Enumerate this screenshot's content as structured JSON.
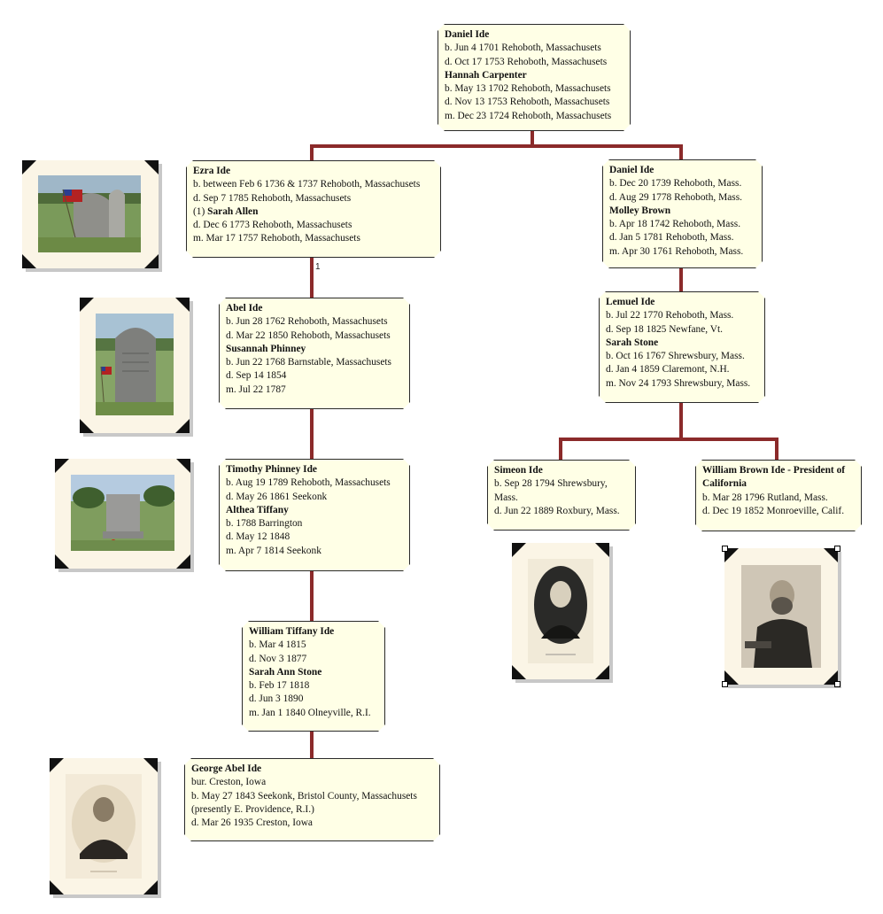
{
  "people": {
    "daniel_ide_1": {
      "lines": [
        {
          "t": "Daniel Ide",
          "b": true
        },
        {
          "t": "b. Jun 4 1701 Rehoboth, Massachusets"
        },
        {
          "t": "d. Oct 17 1753 Rehoboth, Massachusets"
        },
        {
          "t": "Hannah Carpenter",
          "b": true
        },
        {
          "t": "b. May 13 1702 Rehoboth, Massachusets"
        },
        {
          "t": "d. Nov 13 1753 Rehoboth, Massachusets"
        },
        {
          "t": "m. Dec 23 1724 Rehoboth, Massachusets"
        }
      ]
    },
    "ezra_ide": {
      "lines": [
        {
          "t": "Ezra Ide",
          "b": true
        },
        {
          "t": "b. between Feb 6 1736 & 1737 Rehoboth, Massachusets"
        },
        {
          "t": "d. Sep 7 1785 Rehoboth, Massachusets"
        },
        {
          "pre": "(1) ",
          "t": "Sarah Allen",
          "b": true
        },
        {
          "t": "d. Dec 6 1773 Rehoboth, Massachusets"
        },
        {
          "t": "m. Mar 17 1757 Rehoboth, Massachusets"
        }
      ]
    },
    "daniel_ide_2": {
      "lines": [
        {
          "t": "Daniel Ide",
          "b": true
        },
        {
          "t": "b. Dec 20 1739 Rehoboth, Mass."
        },
        {
          "t": "d. Aug 29 1778 Rehoboth, Mass."
        },
        {
          "t": "Molley Brown",
          "b": true
        },
        {
          "t": "b. Apr 18 1742 Rehoboth, Mass."
        },
        {
          "t": "d. Jan 5 1781 Rehoboth, Mass."
        },
        {
          "t": "m. Apr 30 1761 Rehoboth, Mass."
        }
      ]
    },
    "abel_ide": {
      "lines": [
        {
          "t": "Abel Ide",
          "b": true
        },
        {
          "t": "b. Jun 28 1762 Rehoboth, Massachusets"
        },
        {
          "t": "d. Mar 22 1850 Rehoboth, Massachusets"
        },
        {
          "t": "Susannah Phinney",
          "b": true
        },
        {
          "t": "b. Jun 22 1768 Barnstable, Massachusets"
        },
        {
          "t": "d. Sep 14 1854"
        },
        {
          "t": "m. Jul 22 1787"
        }
      ]
    },
    "lemuel_ide": {
      "lines": [
        {
          "t": "Lemuel Ide",
          "b": true
        },
        {
          "t": "b. Jul 22 1770 Rehoboth, Mass."
        },
        {
          "t": "d. Sep 18 1825 Newfane, Vt."
        },
        {
          "t": "Sarah Stone",
          "b": true
        },
        {
          "t": "b. Oct 16 1767 Shrewsbury, Mass."
        },
        {
          "t": "d. Jan 4 1859 Claremont, N.H."
        },
        {
          "t": "m. Nov 24 1793 Shrewsbury, Mass."
        }
      ]
    },
    "timothy_ide": {
      "lines": [
        {
          "t": "Timothy Phinney Ide",
          "b": true
        },
        {
          "t": "b. Aug 19 1789 Rehoboth, Massachusets"
        },
        {
          "t": "d. May 26 1861 Seekonk"
        },
        {
          "t": "Althea Tiffany",
          "b": true
        },
        {
          "t": "b. 1788 Barrington"
        },
        {
          "t": "d. May 12 1848"
        },
        {
          "t": "m. Apr 7 1814 Seekonk"
        }
      ]
    },
    "simeon_ide": {
      "lines": [
        {
          "t": "Simeon Ide",
          "b": true
        },
        {
          "t": "b. Sep 28 1794 Shrewsbury,"
        },
        {
          "t": "Mass."
        },
        {
          "t": "d. Jun 22 1889 Roxbury, Mass."
        }
      ]
    },
    "william_brown_ide": {
      "lines": [
        {
          "t": "William Brown Ide - President of",
          "b": true
        },
        {
          "t": "California",
          "b": true
        },
        {
          "t": "b. Mar 28 1796 Rutland, Mass."
        },
        {
          "t": "d. Dec 19 1852 Monroeville, Calif."
        }
      ]
    },
    "william_tiffany_ide": {
      "lines": [
        {
          "t": "William Tiffany Ide",
          "b": true
        },
        {
          "t": "b. Mar 4 1815"
        },
        {
          "t": "d. Nov 3 1877"
        },
        {
          "t": "Sarah Ann Stone",
          "b": true
        },
        {
          "t": "b. Feb 17 1818"
        },
        {
          "t": "d. Jun 3 1890"
        },
        {
          "t": "m. Jan 1 1840 Olneyville, R.I."
        }
      ]
    },
    "george_abel_ide": {
      "lines": [
        {
          "t": "George Abel Ide",
          "b": true
        },
        {
          "t": "bur. Creston, Iowa"
        },
        {
          "t": "b. May 27 1843 Seekonk, Bristol County, Massachusets"
        },
        {
          "t": "(presently E. Providence, R.I.)"
        },
        {
          "t": "d. Mar 26 1935 Creston, Iowa"
        }
      ]
    }
  },
  "marriage_marker": "1",
  "photos": {
    "ezra_grave": "gravestone-with-flag",
    "abel_grave": "gravestone-with-flag",
    "timothy_grave": "cemetery-monument",
    "simeon_portrait": "oval-portrait",
    "william_brown_portrait": "seated-portrait",
    "george_portrait": "vignette-portrait"
  },
  "colors": {
    "connector": "#8b2a2a",
    "box_fill": "#ffffe6",
    "photo_mat": "#fbf5e6"
  }
}
